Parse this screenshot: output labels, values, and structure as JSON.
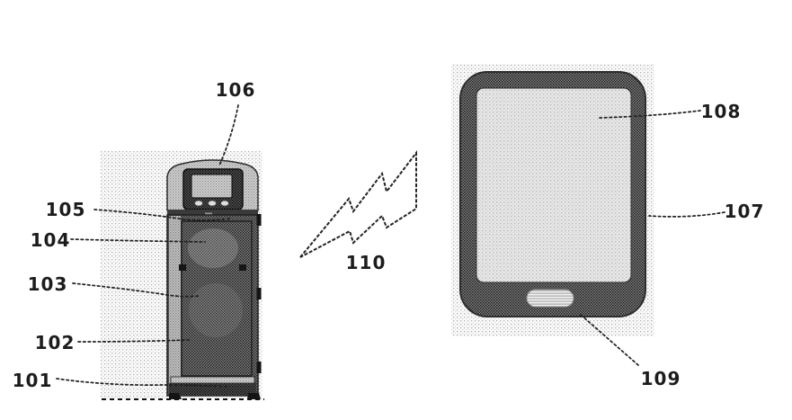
{
  "figure": {
    "kind": "patent-diagram",
    "callouts": {
      "c101": "101",
      "c102": "102",
      "c103": "103",
      "c104": "104",
      "c105": "105",
      "c106": "106",
      "c107": "107",
      "c108": "108",
      "c109": "109",
      "c110": "110"
    },
    "colors": {
      "paper": "#ffffff",
      "ink": "#1f1f1f",
      "halftone_light": "#dedede",
      "halftone_mid": "#a9a9a9",
      "halftone_dark": "#4a4a4a",
      "panel_black": "#2a2a2a"
    }
  }
}
